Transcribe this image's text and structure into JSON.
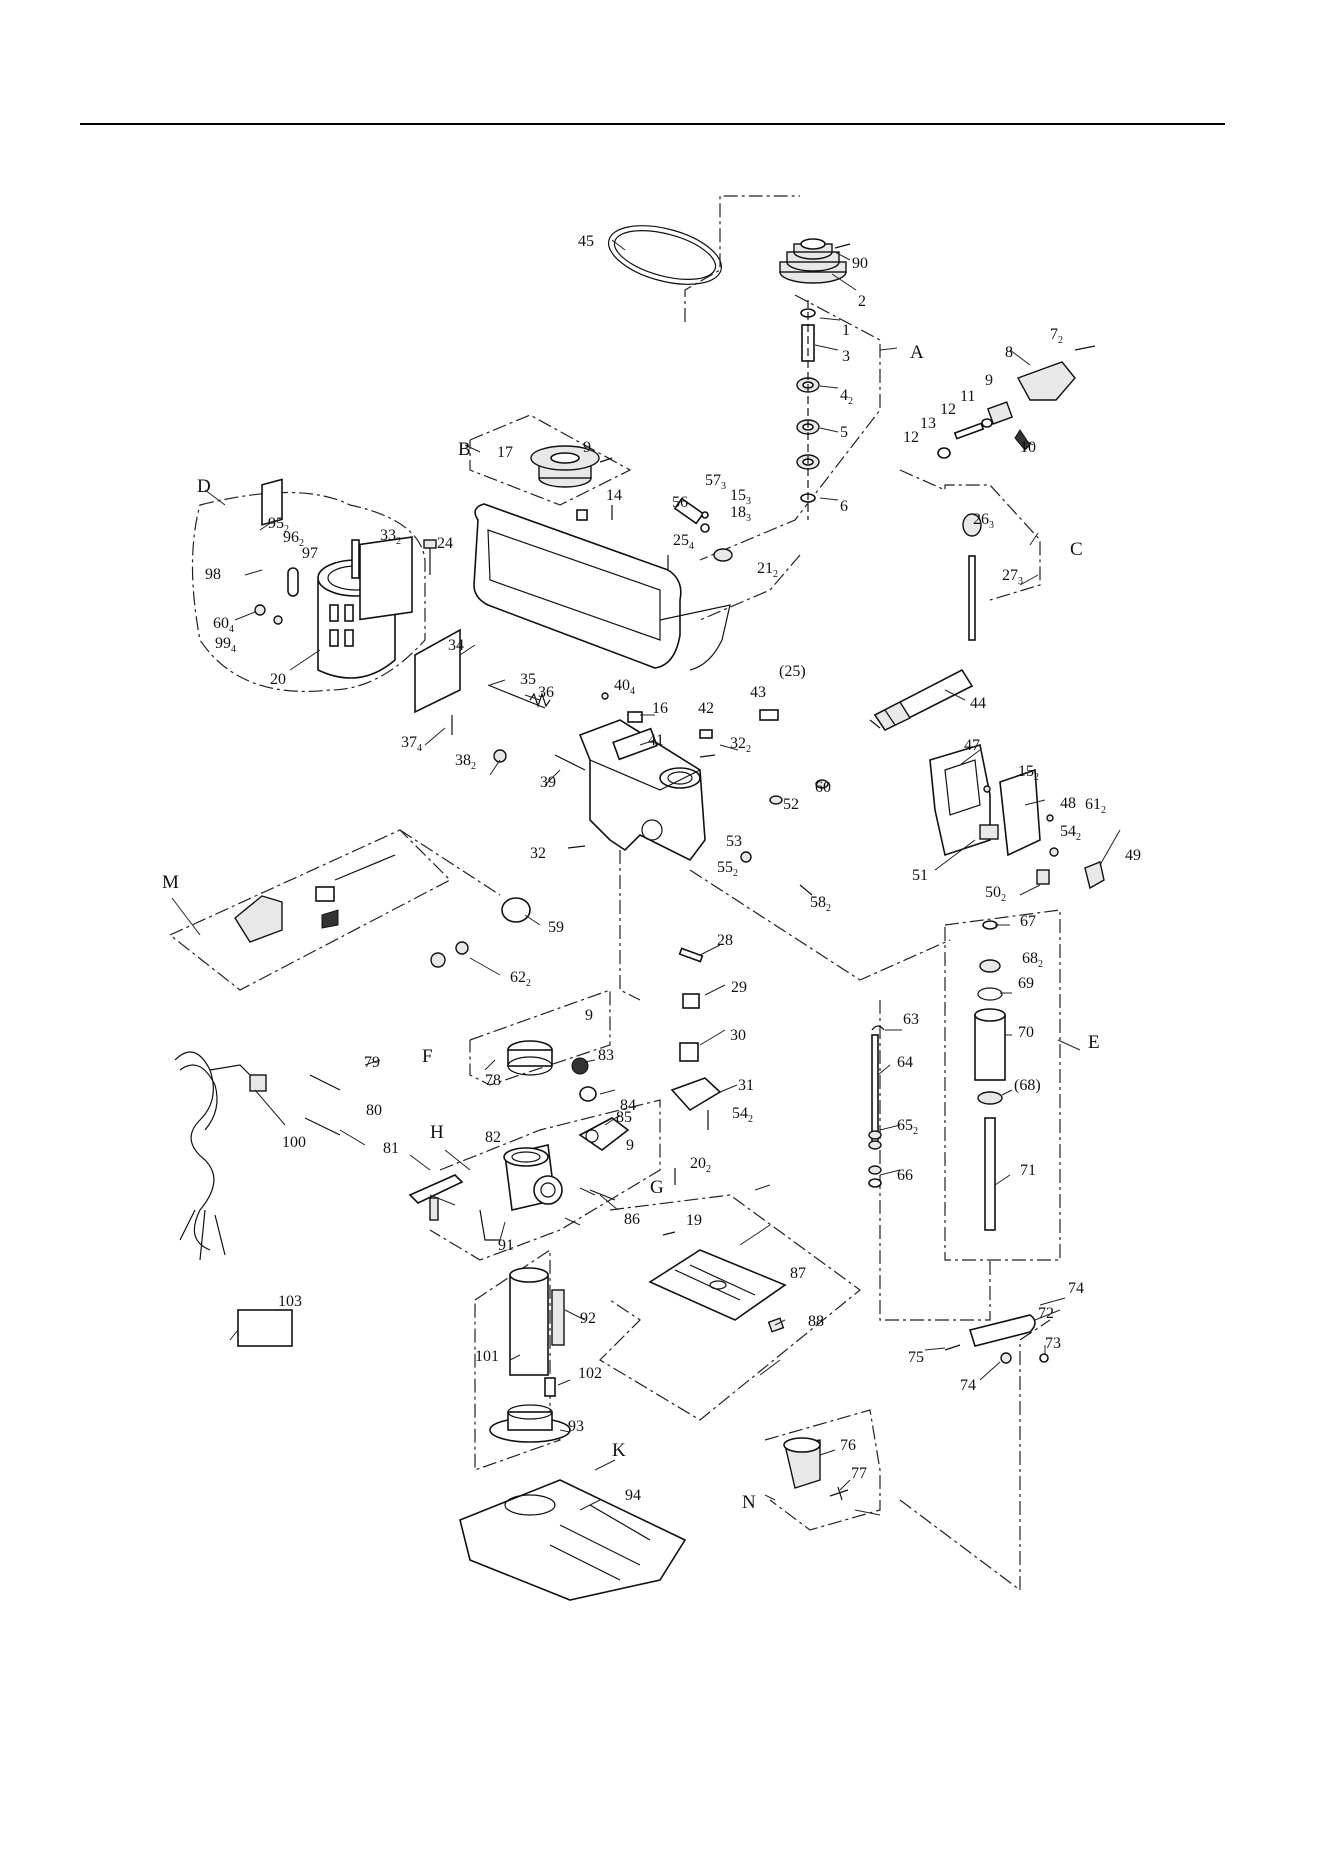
{
  "diagram": {
    "part_numbers": [
      {
        "id": "45",
        "text": "45"
      },
      {
        "id": "90",
        "text": "90"
      },
      {
        "id": "2",
        "text": "2"
      },
      {
        "id": "1",
        "text": "1"
      },
      {
        "id": "3",
        "text": "3"
      },
      {
        "id": "4",
        "text": "4",
        "sub": "2"
      },
      {
        "id": "5",
        "text": "5"
      },
      {
        "id": "6",
        "text": "6"
      },
      {
        "id": "7",
        "text": "7",
        "sub": "2"
      },
      {
        "id": "8",
        "text": "8"
      },
      {
        "id": "9a",
        "text": "9"
      },
      {
        "id": "11",
        "text": "11"
      },
      {
        "id": "12a",
        "text": "12"
      },
      {
        "id": "12b",
        "text": "12"
      },
      {
        "id": "13",
        "text": "13"
      },
      {
        "id": "10",
        "text": "10"
      },
      {
        "id": "17",
        "text": "17"
      },
      {
        "id": "9b",
        "text": "9"
      },
      {
        "id": "14",
        "text": "14"
      },
      {
        "id": "56",
        "text": "56"
      },
      {
        "id": "57",
        "text": "57",
        "sub": "3"
      },
      {
        "id": "15a",
        "text": "15",
        "sub": "3"
      },
      {
        "id": "18",
        "text": "18",
        "sub": "3"
      },
      {
        "id": "26",
        "text": "26",
        "sub": "3"
      },
      {
        "id": "27",
        "text": "27",
        "sub": "3"
      },
      {
        "id": "95",
        "text": "95",
        "sub": "2"
      },
      {
        "id": "96",
        "text": "96",
        "sub": "2"
      },
      {
        "id": "97",
        "text": "97"
      },
      {
        "id": "98",
        "text": "98"
      },
      {
        "id": "33",
        "text": "33",
        "sub": "2"
      },
      {
        "id": "24",
        "text": "24"
      },
      {
        "id": "25a",
        "text": "25",
        "sub": "4"
      },
      {
        "id": "21",
        "text": "21",
        "sub": "2"
      },
      {
        "id": "60a",
        "text": "60",
        "sub": "4"
      },
      {
        "id": "99",
        "text": "99",
        "sub": "4"
      },
      {
        "id": "20a",
        "text": "20"
      },
      {
        "id": "34",
        "text": "34"
      },
      {
        "id": "35",
        "text": "35"
      },
      {
        "id": "36",
        "text": "36"
      },
      {
        "id": "40",
        "text": "40",
        "sub": "4"
      },
      {
        "id": "25b",
        "text": "(25)"
      },
      {
        "id": "43",
        "text": "43"
      },
      {
        "id": "44",
        "text": "44"
      },
      {
        "id": "16",
        "text": "16"
      },
      {
        "id": "42",
        "text": "42"
      },
      {
        "id": "37",
        "text": "37",
        "sub": "4"
      },
      {
        "id": "41",
        "text": "41"
      },
      {
        "id": "38",
        "text": "38",
        "sub": "2"
      },
      {
        "id": "32a",
        "text": "32",
        "sub": "2"
      },
      {
        "id": "39",
        "text": "39"
      },
      {
        "id": "60b",
        "text": "60"
      },
      {
        "id": "52",
        "text": "52"
      },
      {
        "id": "47",
        "text": "47"
      },
      {
        "id": "15b",
        "text": "15",
        "sub": "2"
      },
      {
        "id": "48",
        "text": "48"
      },
      {
        "id": "61",
        "text": "61",
        "sub": "2"
      },
      {
        "id": "54a",
        "text": "54",
        "sub": "2"
      },
      {
        "id": "53",
        "text": "53"
      },
      {
        "id": "51",
        "text": "51"
      },
      {
        "id": "49",
        "text": "49"
      },
      {
        "id": "32b",
        "text": "32"
      },
      {
        "id": "55",
        "text": "55",
        "sub": "2"
      },
      {
        "id": "58",
        "text": "58",
        "sub": "2"
      },
      {
        "id": "50",
        "text": "50",
        "sub": "2"
      },
      {
        "id": "59",
        "text": "59"
      },
      {
        "id": "62",
        "text": "62",
        "sub": "2"
      },
      {
        "id": "67",
        "text": "67"
      },
      {
        "id": "28",
        "text": "28"
      },
      {
        "id": "68a",
        "text": "68",
        "sub": "2"
      },
      {
        "id": "69",
        "text": "69"
      },
      {
        "id": "29",
        "text": "29"
      },
      {
        "id": "63",
        "text": "63"
      },
      {
        "id": "70",
        "text": "70"
      },
      {
        "id": "9c",
        "text": "9"
      },
      {
        "id": "30",
        "text": "30"
      },
      {
        "id": "79",
        "text": "79"
      },
      {
        "id": "78",
        "text": "78"
      },
      {
        "id": "83",
        "text": "83"
      },
      {
        "id": "64",
        "text": "64"
      },
      {
        "id": "68b",
        "text": "(68)"
      },
      {
        "id": "31",
        "text": "31"
      },
      {
        "id": "84",
        "text": "84"
      },
      {
        "id": "80",
        "text": "80"
      },
      {
        "id": "85",
        "text": "85"
      },
      {
        "id": "54b",
        "text": "54",
        "sub": "2"
      },
      {
        "id": "65",
        "text": "65",
        "sub": "2"
      },
      {
        "id": "82",
        "text": "82"
      },
      {
        "id": "100",
        "text": "100"
      },
      {
        "id": "9d",
        "text": "9"
      },
      {
        "id": "81",
        "text": "81"
      },
      {
        "id": "20b",
        "text": "20",
        "sub": "2"
      },
      {
        "id": "66",
        "text": "66"
      },
      {
        "id": "71",
        "text": "71"
      },
      {
        "id": "86",
        "text": "86"
      },
      {
        "id": "19",
        "text": "19"
      },
      {
        "id": "91",
        "text": "91"
      },
      {
        "id": "87",
        "text": "87"
      },
      {
        "id": "103",
        "text": "103"
      },
      {
        "id": "74a",
        "text": "74"
      },
      {
        "id": "72",
        "text": "72"
      },
      {
        "id": "92",
        "text": "92"
      },
      {
        "id": "88",
        "text": "88"
      },
      {
        "id": "101",
        "text": "101"
      },
      {
        "id": "75",
        "text": "75"
      },
      {
        "id": "73",
        "text": "73"
      },
      {
        "id": "74b",
        "text": "74"
      },
      {
        "id": "102",
        "text": "102"
      },
      {
        "id": "93",
        "text": "93"
      },
      {
        "id": "76",
        "text": "76"
      },
      {
        "id": "77",
        "text": "77"
      },
      {
        "id": "94",
        "text": "94"
      }
    ],
    "group_letters": [
      {
        "id": "A",
        "text": "A"
      },
      {
        "id": "B",
        "text": "B"
      },
      {
        "id": "C",
        "text": "C"
      },
      {
        "id": "D",
        "text": "D"
      },
      {
        "id": "E",
        "text": "E"
      },
      {
        "id": "F",
        "text": "F"
      },
      {
        "id": "G",
        "text": "G"
      },
      {
        "id": "H",
        "text": "H"
      },
      {
        "id": "K",
        "text": "K"
      },
      {
        "id": "M",
        "text": "M"
      },
      {
        "id": "N",
        "text": "N"
      }
    ]
  }
}
